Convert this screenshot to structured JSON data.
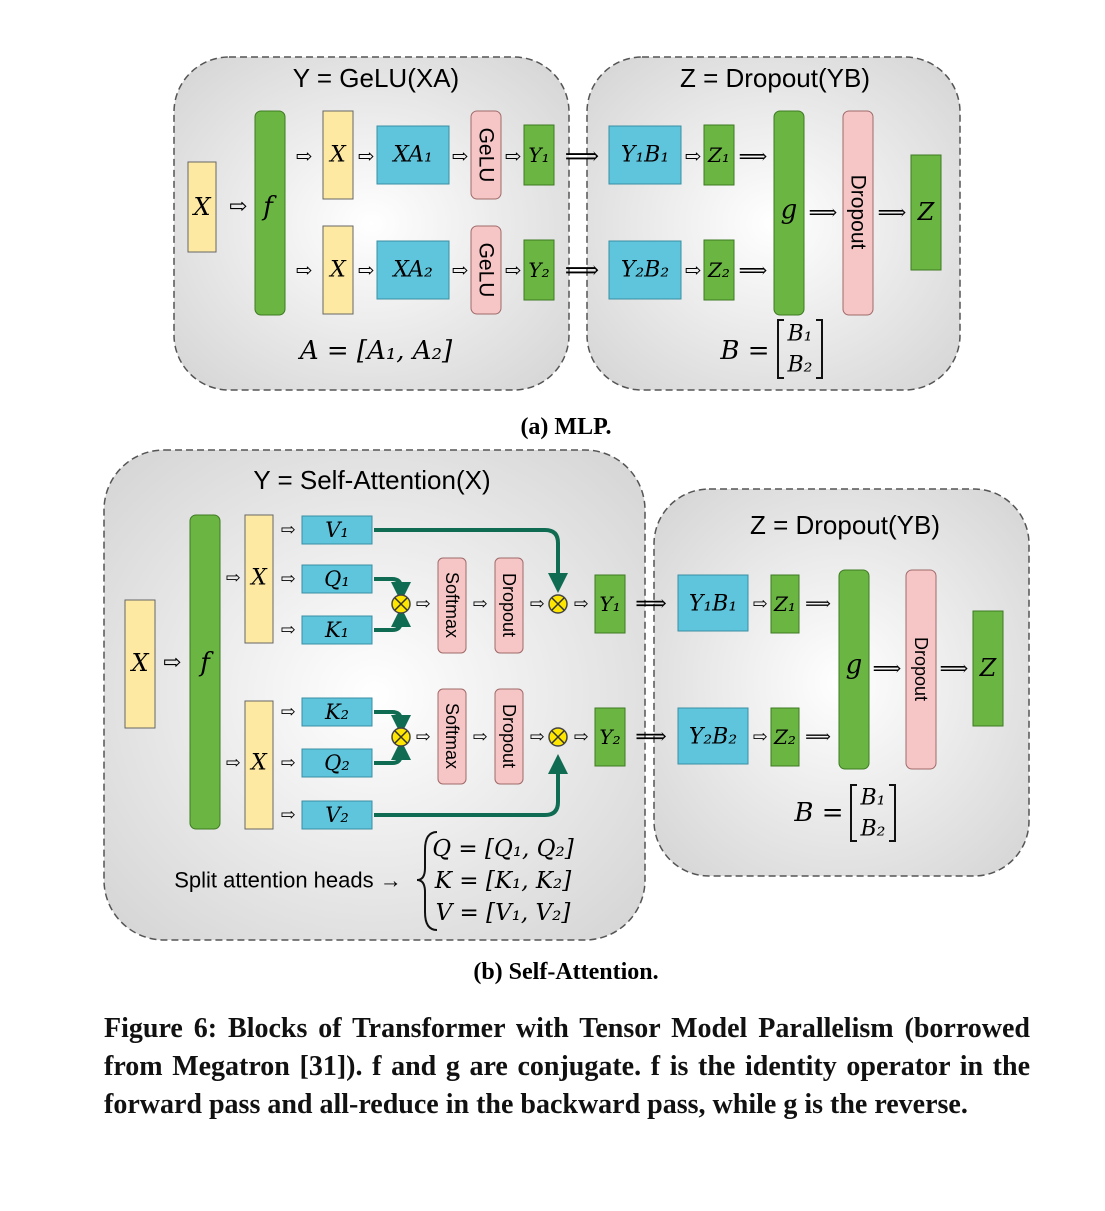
{
  "mlp": {
    "left_title": "Y = GeLU(XA)",
    "right_title": "Z = Dropout(YB)",
    "x_in": "X",
    "f_label": "f",
    "x_top": "X",
    "x_bot": "X",
    "xa1": "XA₁",
    "xa2": "XA₂",
    "gelu_top": "GeLU",
    "gelu_bot": "GeLU",
    "y1": "Y₁",
    "y2": "Y₂",
    "y1b1": "Y₁B₁",
    "y2b2": "Y₂B₂",
    "z1": "Z₁",
    "z2": "Z₂",
    "g_label": "g",
    "dropout": "Dropout",
    "z_out": "Z",
    "a_eq": "A = [A₁, A₂]",
    "b_eq_left": "B =",
    "b_eq_b1": "B₁",
    "b_eq_b2": "B₂",
    "subcaption": "(a) MLP."
  },
  "attn": {
    "left_title": "Y = Self-Attention(X)",
    "right_title": "Z = Dropout(YB)",
    "x_in": "X",
    "f_label": "f",
    "x_top": "X",
    "x_bot": "X",
    "v1": "V₁",
    "q1": "Q₁",
    "k1": "K₁",
    "k2": "K₂",
    "q2": "Q₂",
    "v2": "V₂",
    "softmax_top": "Softmax",
    "softmax_bot": "Softmax",
    "dropout_top": "Dropout",
    "dropout_bot": "Dropout",
    "y1": "Y₁",
    "y2": "Y₂",
    "y1b1": "Y₁B₁",
    "y2b2": "Y₂B₂",
    "z1": "Z₁",
    "z2": "Z₂",
    "g_label": "g",
    "dropout_big": "Dropout",
    "z_out": "Z",
    "split_label": "Split attention heads →",
    "q_eq": "Q = [Q₁, Q₂]",
    "k_eq": "K = [K₁, K₂]",
    "v_eq": "V = [V₁, V₂]",
    "b_eq_left": "B =",
    "b_eq_b1": "B₁",
    "b_eq_b2": "B₂",
    "subcaption": "(b) Self-Attention."
  },
  "caption": "Figure 6: Blocks of Transformer with Tensor Model Parallelism (borrowed from Megatron [31]). f and g are conjugate. f is the identity operator in the forward pass and all-reduce in the backward pass, while g is the reverse.",
  "colors": {
    "yellow": "#fde9a2",
    "green": "#6bb543",
    "blue": "#5ec5dd",
    "pink": "#f6c6c6",
    "panel": "#e2e2e2",
    "mult": "#ffe600",
    "connector": "#0f6b52"
  }
}
